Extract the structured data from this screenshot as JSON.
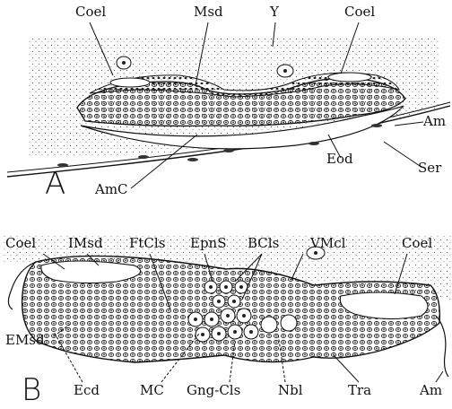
{
  "figure": {
    "panel_a": {
      "letter": "A",
      "labels": {
        "coel_left": "Coel",
        "msd": "Msd",
        "y": "Y",
        "coel_right": "Coel",
        "am": "Am",
        "ser": "Ser",
        "eod": "Eod",
        "amc": "AmC"
      }
    },
    "panel_b": {
      "letter": "B",
      "labels": {
        "coel_left": "Coel",
        "imsd": "IMsd",
        "ftcls": "FtCls",
        "epns": "EpnS",
        "bcls": "BCls",
        "vmcl": "VMcl",
        "coel_right": "Coel",
        "emsd": "EMsd",
        "ecd": "Ecd",
        "mc": "MC",
        "gngcls": "Gng-Cls",
        "nbl": "Nbl",
        "tra": "Tra",
        "am": "Am"
      }
    }
  }
}
